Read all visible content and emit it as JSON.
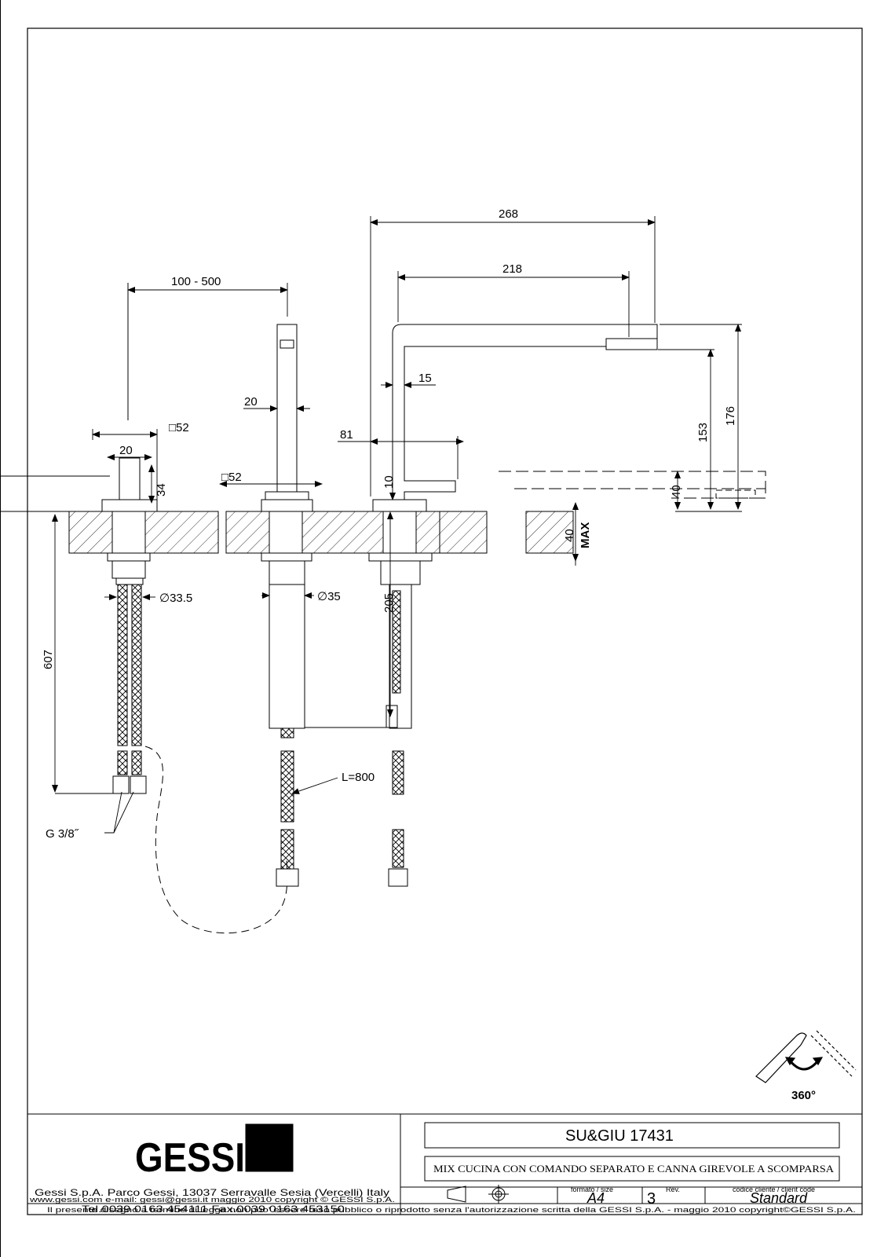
{
  "dimensions": {
    "d100_500": "100  -  500",
    "d268": "268",
    "d218": "218",
    "d15": "15",
    "d20_spout": "20",
    "d81": "81",
    "d52_left": "□52",
    "d52_mid": "□52",
    "d20_left": "20",
    "d34": "34",
    "d10": "10",
    "d153": "153",
    "d176": "176",
    "d40_right": "40",
    "d40max": "40",
    "max": "MAX",
    "d33_5": "∅33.5",
    "d35": "∅35",
    "d205": "205",
    "d607": "607",
    "l800": "L=800",
    "g38": "G  3/8˝",
    "rotation": "360°"
  },
  "title_block": {
    "logo": "GESSI",
    "company": "Gessi S.p.A. Parco Gessi, 13037 Serravalle Sesia (Vercelli) Italy",
    "contacts": "Tel.0039  0163  454111  Fax.0039  0163  453150",
    "web": "www.gessi.com  e-mail: gessi@gessi.it    maggio 2010    copyright © GESSI  S.p.A.",
    "product": "SU&GIU  17431",
    "description": "MIX CUCINA CON COMANDO SEPARATO E CANNA GIREVOLE A SCOMPARSA",
    "format_label": "formato / size",
    "format_value": "A4",
    "rev_label": "Rev.",
    "rev_value": "3",
    "client_label": "codice cliente / client code",
    "client_value": "Standard",
    "disclaimer": "Il  presente  disegno  a  termine  di  legge  non  puo'  essere  reso  pubblico  o  riprodotto  senza  l'autorizzazione  scritta  della  GESSI  S.p.A.  -  maggio  2010   copyright©GESSI  S.p.A."
  }
}
